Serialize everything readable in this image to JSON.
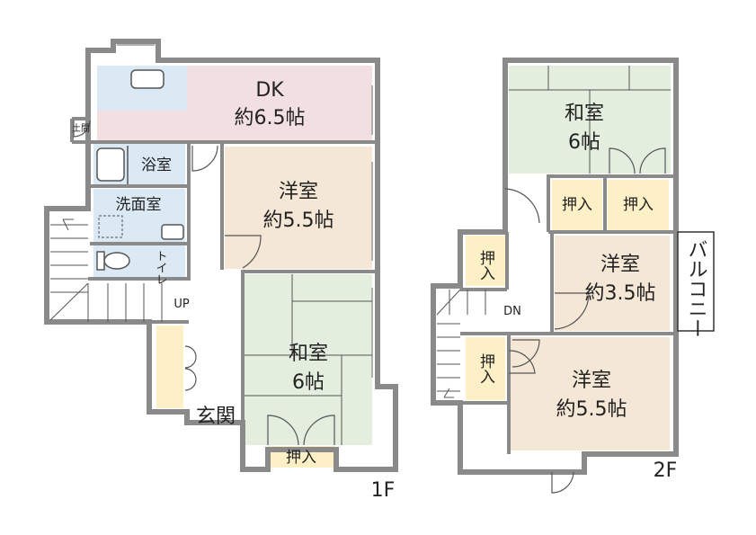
{
  "colors": {
    "wall": "#8a8a8a",
    "wall_dark": "#6f6f6f",
    "dk": "#f2dfe1",
    "washi": "#e4eedf",
    "yoshitsu": "#f5e7d6",
    "water": "#dbe9f4",
    "closet": "#fdf0c6",
    "hall": "#ffffff",
    "line": "#333333"
  },
  "floor1": {
    "dk": {
      "name": "DK",
      "size": "約6.5帖"
    },
    "doma": "土間",
    "bath": "浴室",
    "washroom": "洗面室",
    "toilet": "トイレ",
    "western": {
      "name": "洋室",
      "size": "約5.5帖"
    },
    "japanese": {
      "name": "和室",
      "size": "6帖"
    },
    "closet": "押入",
    "entrance": "玄関",
    "stairs": "UP",
    "floor_label": "1F"
  },
  "floor2": {
    "japanese": {
      "name": "和室",
      "size": "6帖"
    },
    "closet_a": "押入",
    "closet_b": "押入",
    "closet_c": "押入",
    "closet_d": "押入",
    "western_small": {
      "name": "洋室",
      "size": "約3.5帖"
    },
    "western_large": {
      "name": "洋室",
      "size": "約5.5帖"
    },
    "balcony": "バルコニー",
    "stairs": "DN",
    "floor_label": "2F"
  }
}
